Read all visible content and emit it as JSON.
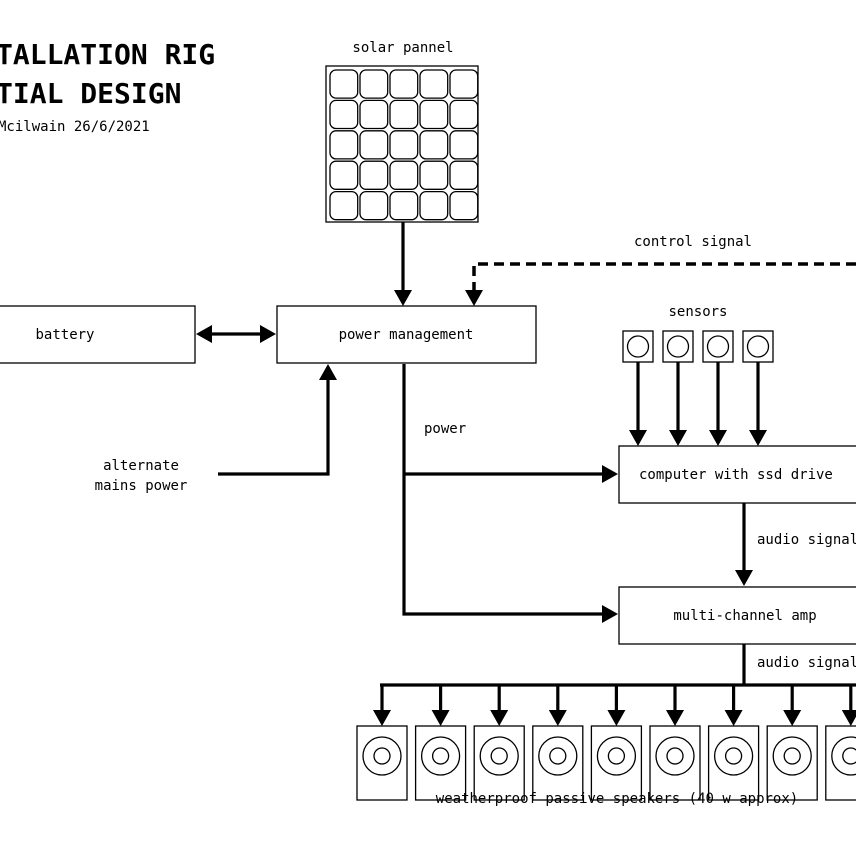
{
  "title": {
    "line1": "TALLATION RIG",
    "line2": "TIAL DESIGN",
    "byline": "Mcilwain 26/6/2021"
  },
  "nodes": {
    "solar_panel": "solar pannel",
    "battery": "battery",
    "power_management": "power management",
    "alternate_mains": [
      "alternate",
      "mains power"
    ],
    "sensors": "sensors",
    "computer": "computer with ssd drive",
    "amp": "multi-channel amp",
    "speakers": "weatherproof passive speakers (40 w approx)"
  },
  "edges": {
    "control_signal": "control signal",
    "power": "power",
    "audio_signal_1": "audio signal",
    "audio_signal_2": "audio signal"
  },
  "counts": {
    "solar_cells_rows": 5,
    "solar_cells_cols": 5,
    "sensor_count": 4,
    "speaker_count": 9
  }
}
